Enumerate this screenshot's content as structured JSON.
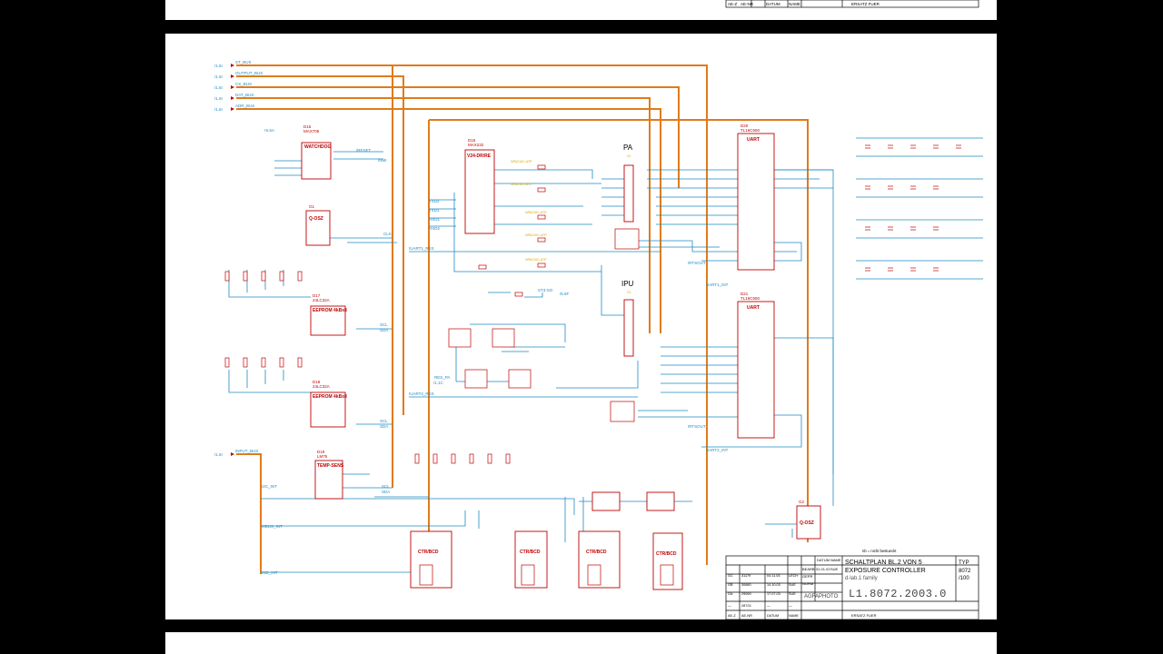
{
  "top_strip": {
    "cells": [
      "AE-Z",
      "AE-NR",
      "DATUM",
      "NAME"
    ],
    "ersatz": "ERSATZ FUER"
  },
  "bus_labels": [
    {
      "ref": "/1.6I",
      "name": "ST_BUS"
    },
    {
      "ref": "/1.6I",
      "name": "OUTPUT_BUS"
    },
    {
      "ref": "/1.6I",
      "name": "CS_BUS"
    },
    {
      "ref": "/1.6I",
      "name": "DAT_BUS"
    },
    {
      "ref": "/1.6I",
      "name": "ADR_BUS"
    }
  ],
  "input_bus": {
    "ref": "/1.6I",
    "name": "INPUT_BUS"
  },
  "net_labels": {
    "uart1_res": "/UART1_RES",
    "uart2_res": "/UART2_RES",
    "uart1_int": "UART1_INT",
    "uart2_int": "UART2_INT",
    "i2c_int": "I2C_INT",
    "i0bus_int": "I0BUS_INT",
    "ind_int": "IND_INT",
    "res_pa": "RES_PA",
    "res_ref": "/1.1C",
    "st3_ref": "ST3-SO",
    "st3_out": "/5.6F",
    "reset": "/RESET",
    "nmi": "/NMI",
    "clk": "CLK",
    "scl": "SCL",
    "sda": "SDA",
    "txd1": "TXD1",
    "txd2": "TXD2",
    "rxd1": "RXD1",
    "rxd2": "RXD2",
    "rtsout": "/RTSOUT"
  },
  "chips": {
    "watchdog": {
      "ref": "D15",
      "type": "MAX705",
      "label": "WATCHDOG"
    },
    "osc1": {
      "ref": "G1",
      "type": "Q-OSZ",
      "label": "Q-OSZ"
    },
    "eeprom1": {
      "ref": "D17",
      "type": "24LC32A",
      "label": "EEPROM 4kBx8"
    },
    "eeprom2": {
      "ref": "D18",
      "type": "24LC32A",
      "label": "EEPROM 4kBx8"
    },
    "temp": {
      "ref": "D19",
      "type": "LM75",
      "label": "TEMP-SENS"
    },
    "rs232": {
      "ref": "D16",
      "type": "MAX232",
      "label": "V24-DR/RE"
    },
    "uart1": {
      "ref": "D20",
      "type": "TL16C550",
      "label": "UART"
    },
    "uart2": {
      "ref": "D21",
      "type": "TL16C550",
      "label": "UART"
    },
    "ctr": {
      "label": "CTR/BCD"
    },
    "osc2": {
      "ref": "G2",
      "type": "Q-OSZ",
      "label": "Q-OSZ"
    }
  },
  "connectors": {
    "pa": {
      "label": "PA",
      "ref": "X2"
    },
    "ipu": {
      "label": "IPU",
      "ref": "X3"
    }
  },
  "notes": {
    "nb": "nb = nicht bestueckt"
  },
  "title_block": {
    "datum": "DATUM",
    "name": "NAME",
    "bearb": "BEARB",
    "bearb_date": "31.01.02",
    "bearb_name": "SUE",
    "gepr": "GEPR",
    "norm": "NORM",
    "title": "SCHALTPLAN    BL.2 VON 5",
    "subtitle": "EXPOSURE CONTROLLER",
    "family": "d-lab.1 family",
    "typ_label": "TYP",
    "typ": "8072",
    "typ_sub": "/100",
    "logo": "AGFAPHOTO",
    "drawing_no": "L1.8072.2003.0",
    "ersatz": "ERSATZ FUER",
    "revisions": [
      [
        "GC",
        "31179",
        "04.11.03",
        "LECH"
      ],
      [
        "GB",
        "30680",
        "14.10.03",
        "SUE"
      ],
      [
        "GA",
        "29069",
        "17.07.03",
        "SUE"
      ],
      [
        "—",
        "28724",
        "—",
        "—"
      ]
    ],
    "foot": [
      "AE-Z",
      "AE-NR",
      "DATUM",
      "NAME"
    ]
  }
}
